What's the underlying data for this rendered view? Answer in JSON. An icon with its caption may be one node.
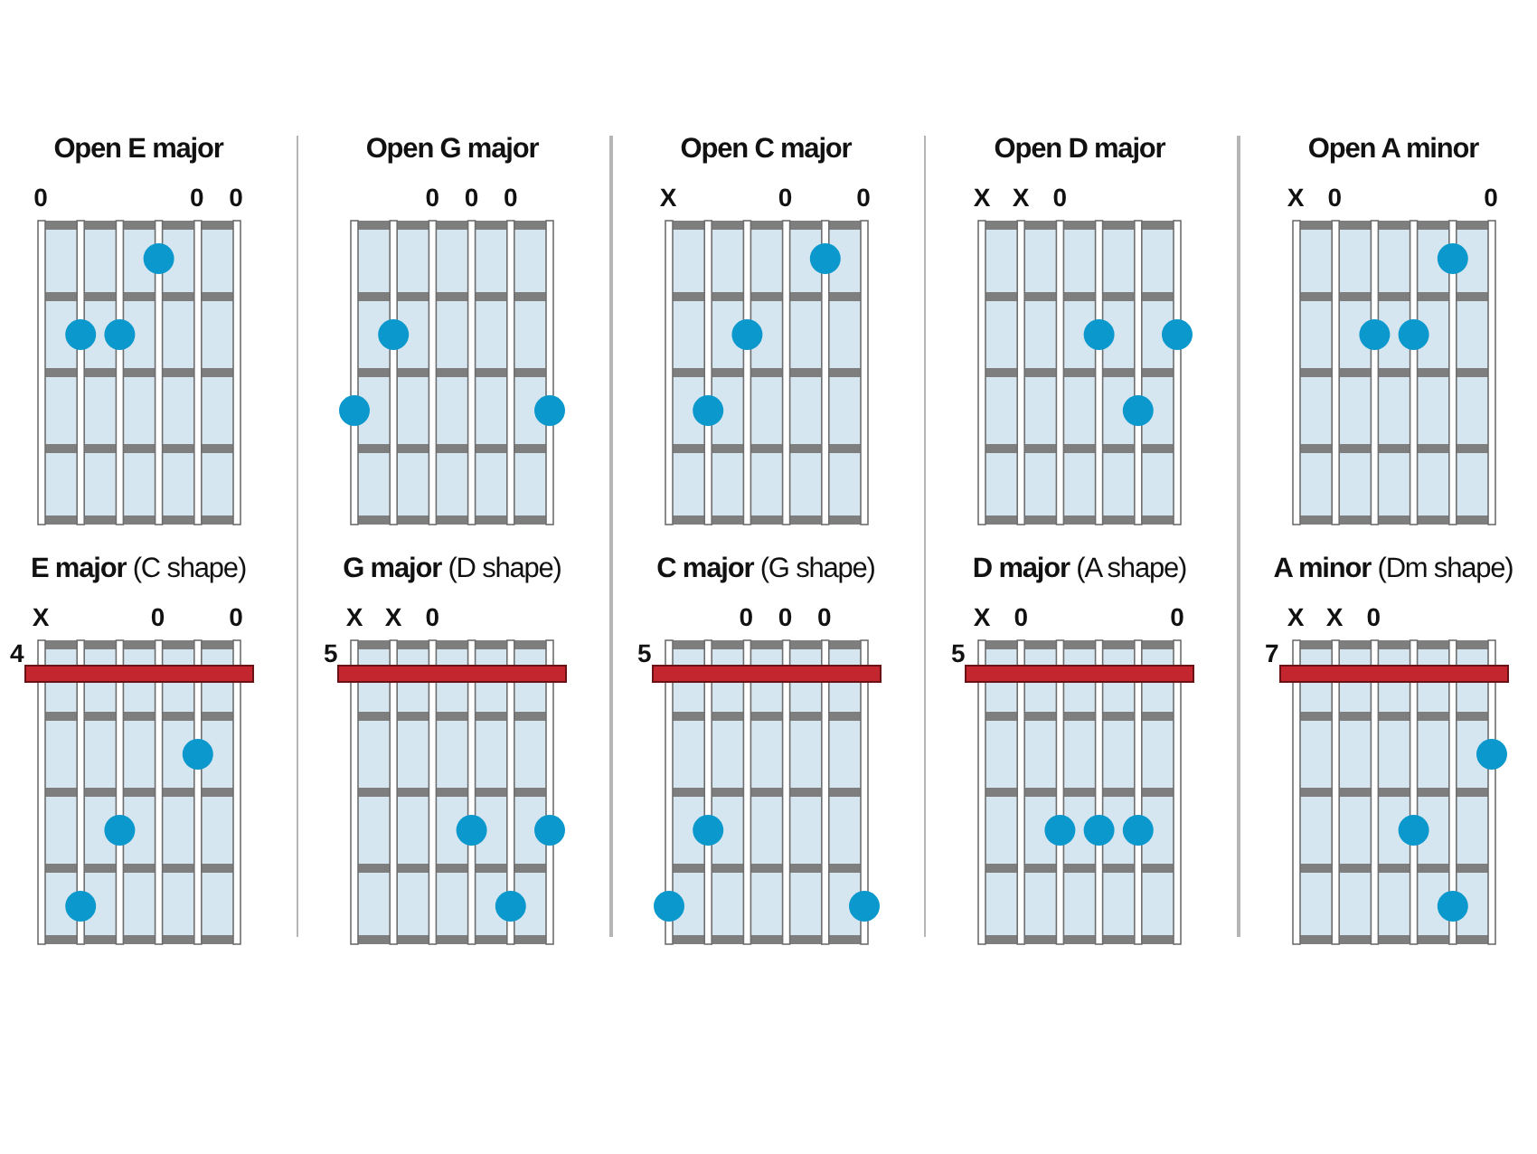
{
  "diagram": {
    "nodes": [
      {
        "text": [
          "Open E major"
        ],
        "beside": [
          "0",
          "0",
          "0"
        ]
      },
      {
        "text": [
          "Open G major"
        ],
        "beside": [
          "0",
          "0",
          "0"
        ]
      },
      {
        "text": [
          "Open C major"
        ],
        "beside": [
          "X",
          "0",
          "0"
        ]
      },
      {
        "text": [
          "Open D major"
        ],
        "beside": [
          "X",
          "X",
          "0"
        ]
      },
      {
        "text": [
          "Open A minor"
        ],
        "beside": [
          "X",
          "0",
          "0"
        ]
      },
      {
        "text": [
          "**E major** (C shape)"
        ],
        "beside": [
          "X",
          "0",
          "0",
          "4"
        ]
      },
      {
        "text": [
          "**G major** (D shape)"
        ],
        "beside": [
          "X",
          "X",
          "0",
          "5"
        ]
      },
      {
        "text": [
          "**C major** (G shape)"
        ],
        "beside": [
          "0",
          "0",
          "0",
          "5"
        ]
      },
      {
        "text": [
          "**D major** (A shape)"
        ],
        "beside": [
          "X",
          "0",
          "0",
          "5"
        ]
      },
      {
        "text": [
          "**A minor** (Dm shape)"
        ],
        "beside": [
          "X",
          "X",
          "0",
          "7"
        ]
      }
    ]
  }
}
